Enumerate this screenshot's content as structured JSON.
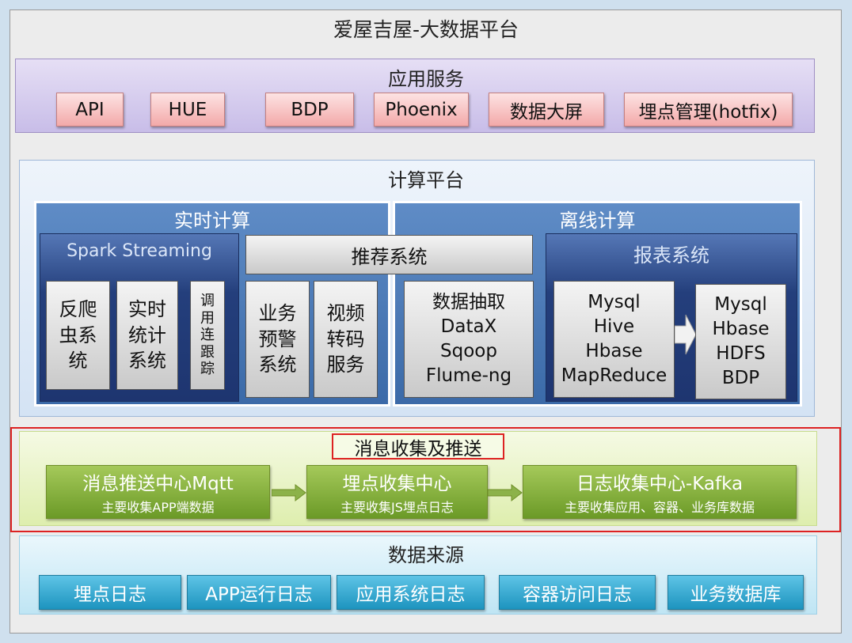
{
  "title": "爱屋吉屋-大数据平台",
  "app_services": {
    "title": "应用服务",
    "items": [
      "API",
      "HUE",
      "BDP",
      "Phoenix",
      "数据大屏",
      "埋点管理(hotfix)"
    ]
  },
  "compute": {
    "title": "计算平台",
    "realtime": {
      "title": "实时计算",
      "spark": {
        "title": "Spark Streaming",
        "items": [
          "反爬\n虫系\n统",
          "实时\n统计\n系统",
          "调\n用\n连\n跟\n踪"
        ]
      },
      "items": [
        "业务\n预警\n系统",
        "视频\n转码\n服务"
      ]
    },
    "recommend": "推荐系统",
    "offline": {
      "title": "离线计算",
      "extract": "数据抽取\nDataX\nSqoop\nFlume-ng",
      "report": {
        "title": "报表系统",
        "left": "Mysql\nHive\nHbase\nMapReduce",
        "right": "Mysql\nHbase\nHDFS\nBDP"
      }
    }
  },
  "messaging": {
    "title": "消息收集及推送",
    "items": [
      {
        "name": "消息推送中心Mqtt",
        "desc": "主要收集APP端数据"
      },
      {
        "name": "埋点收集中心",
        "desc": "主要收集JS埋点日志"
      },
      {
        "name": "日志收集中心-Kafka",
        "desc": "主要收集应用、容器、业务库数据"
      }
    ]
  },
  "sources": {
    "title": "数据来源",
    "items": [
      "埋点日志",
      "APP运行日志",
      "应用系统日志",
      "容器访问日志",
      "业务数据库"
    ]
  }
}
